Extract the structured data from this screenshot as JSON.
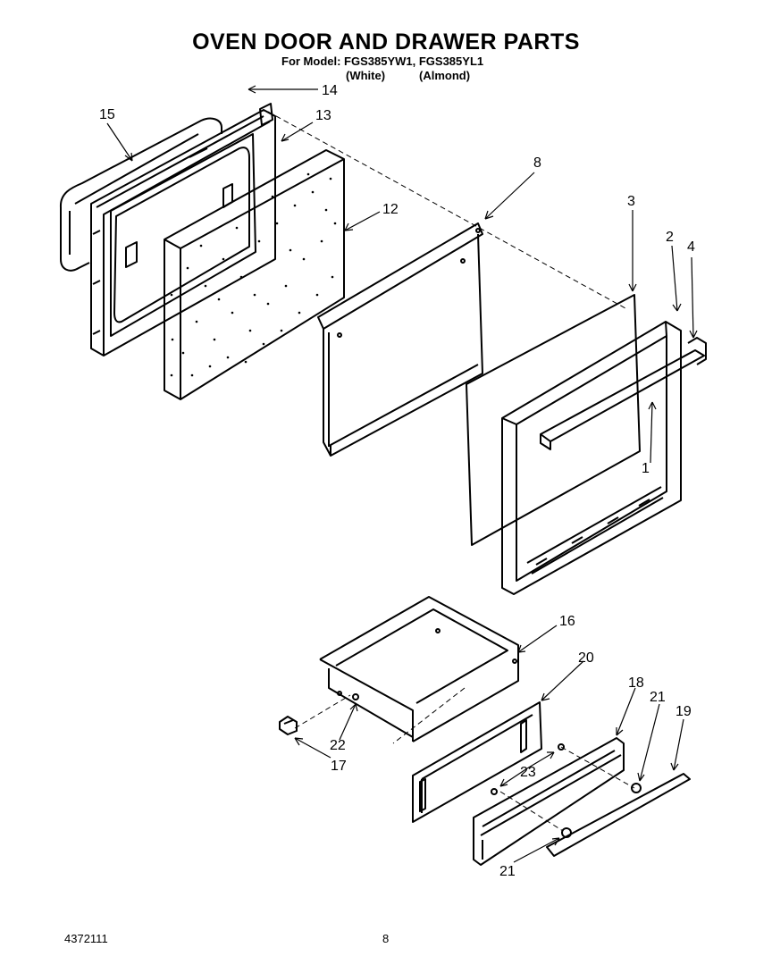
{
  "header": {
    "title": "OVEN DOOR AND DRAWER PARTS",
    "model_line": "For Model: FGS385YW1, FGS385YL1",
    "color_white": "(White)",
    "color_almond": "(Almond)"
  },
  "callouts": {
    "c1": "1",
    "c2": "2",
    "c3": "3",
    "c4": "4",
    "c8": "8",
    "c12": "12",
    "c13": "13",
    "c14": "14",
    "c15": "15",
    "c16": "16",
    "c17": "17",
    "c18": "18",
    "c19": "19",
    "c20": "20",
    "c21a": "21",
    "c21b": "21",
    "c22": "22",
    "c23": "23"
  },
  "footer": {
    "doc_number": "4372111",
    "page_number": "8"
  }
}
